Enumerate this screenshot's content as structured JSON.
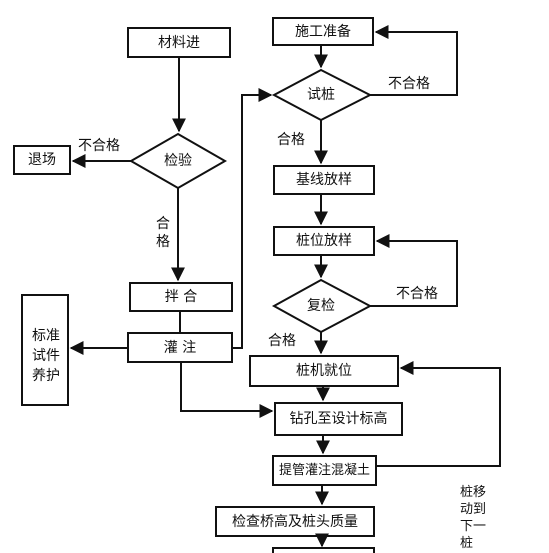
{
  "nodes": {
    "materials_in": "材料进",
    "inspection": "检验",
    "reject_out": "退场",
    "mixing": "拌 合",
    "pouring": "灌 注",
    "specimen_curing": "标准试件养护",
    "construction_prep": "施工准备",
    "test_pile": "试桩",
    "baseline_layout": "基线放样",
    "pile_layout": "桩位放样",
    "recheck": "复检",
    "rig_in_position": "桩机就位",
    "drill_to_elevation": "钻孔至设计标高",
    "pipe_pour_concrete": "提管灌注混凝土",
    "check_elevation_quality": "检查桥高及桩头质量"
  },
  "labels": {
    "fail": "不合格",
    "pass": "合格",
    "pass_vertical": "合格",
    "move_next_pile": "桩移动到下一桩"
  }
}
